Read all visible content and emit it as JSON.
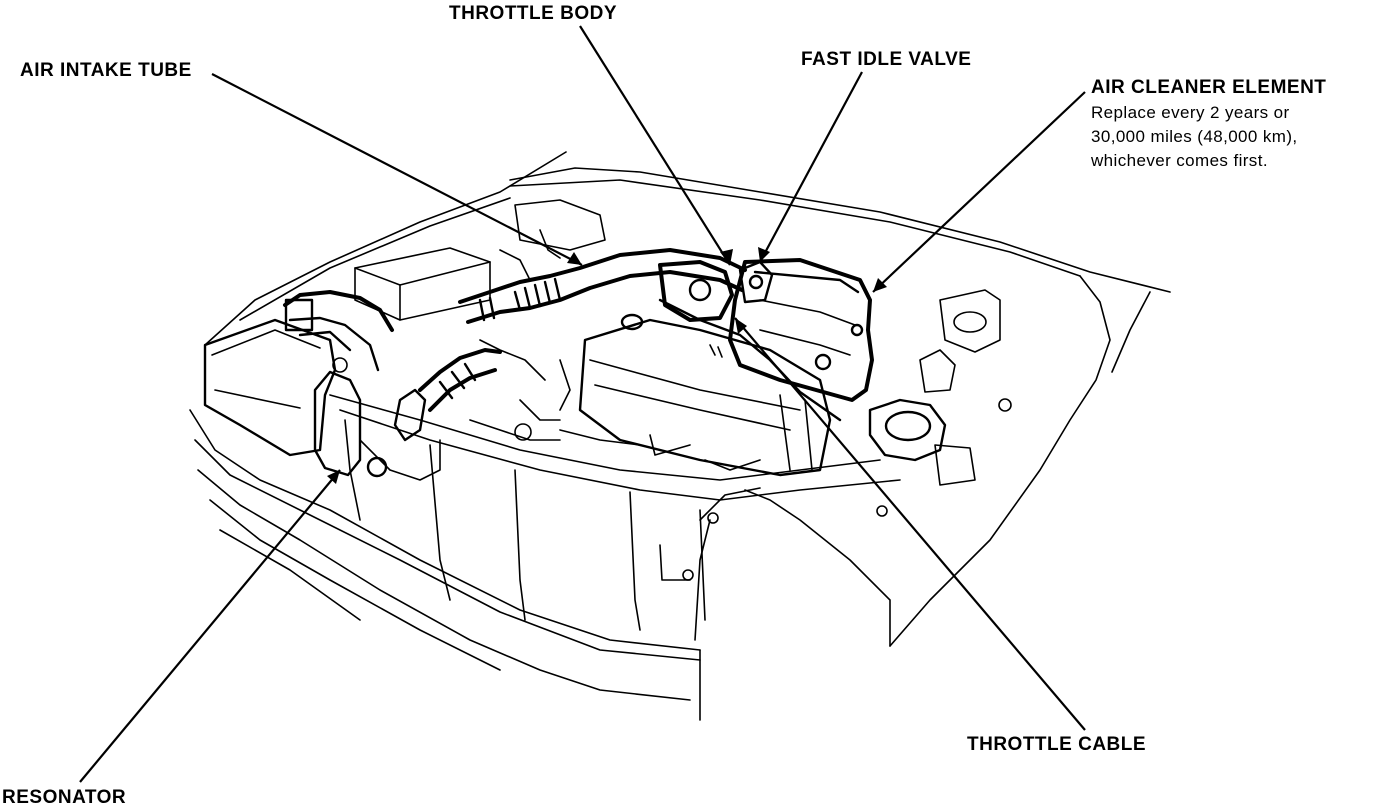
{
  "labels": {
    "throttle_body": "THROTTLE BODY",
    "fast_idle_valve": "FAST IDLE VALVE",
    "air_intake_tube": "AIR INTAKE TUBE",
    "air_cleaner_element": "AIR CLEANER ELEMENT",
    "throttle_cable": "THROTTLE CABLE",
    "resonator": "RESONATOR"
  },
  "notes": {
    "air_cleaner_line1": "Replace every 2 years or",
    "air_cleaner_line2": "30,000 miles (48,000 km),",
    "air_cleaner_line3": "whichever comes first."
  },
  "colors": {
    "ink": "#000000",
    "paper": "#ffffff"
  }
}
